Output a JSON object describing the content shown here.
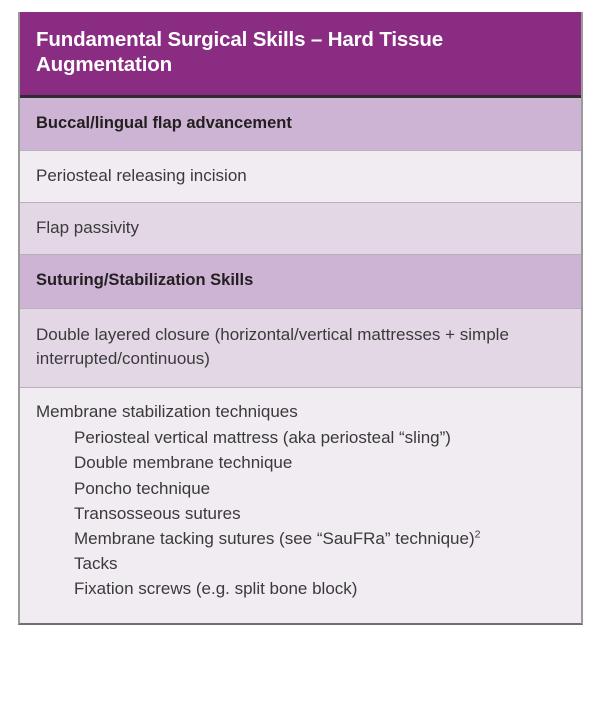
{
  "table": {
    "title": "Fundamental Surgical Skills – Hard Tissue Augmentation",
    "colors": {
      "header_purple": "#8b2c83",
      "section_lavender": "#cdb4d4",
      "row_light": "#f1ebf2",
      "row_shade": "#e3d7e6",
      "text_dark": "#3a3a3a",
      "border_gray": "#9a9a9a"
    },
    "rows": [
      {
        "type": "section",
        "text": "Buccal/lingual flap advancement"
      },
      {
        "type": "item",
        "text": "Periosteal releasing incision"
      },
      {
        "type": "item",
        "text": "Flap passivity"
      },
      {
        "type": "section",
        "text": "Suturing/Stabilization Skills"
      },
      {
        "type": "item",
        "text": "Double layered closure (horizontal/vertical mattresses + simple interrupted/continuous)"
      },
      {
        "type": "list",
        "text": "Membrane stabilization techniques",
        "children": [
          {
            "text": "Periosteal vertical mattress (aka periosteal “sling”)",
            "sup": ""
          },
          {
            "text": "Double membrane technique",
            "sup": ""
          },
          {
            "text": "Poncho technique",
            "sup": ""
          },
          {
            "text": "Transosseous sutures",
            "sup": ""
          },
          {
            "text": "Membrane tacking sutures (see “SauFRa” technique)",
            "sup": "2"
          },
          {
            "text": "Tacks",
            "sup": ""
          },
          {
            "text": "Fixation screws (e.g. split bone block)",
            "sup": ""
          }
        ]
      }
    ]
  }
}
